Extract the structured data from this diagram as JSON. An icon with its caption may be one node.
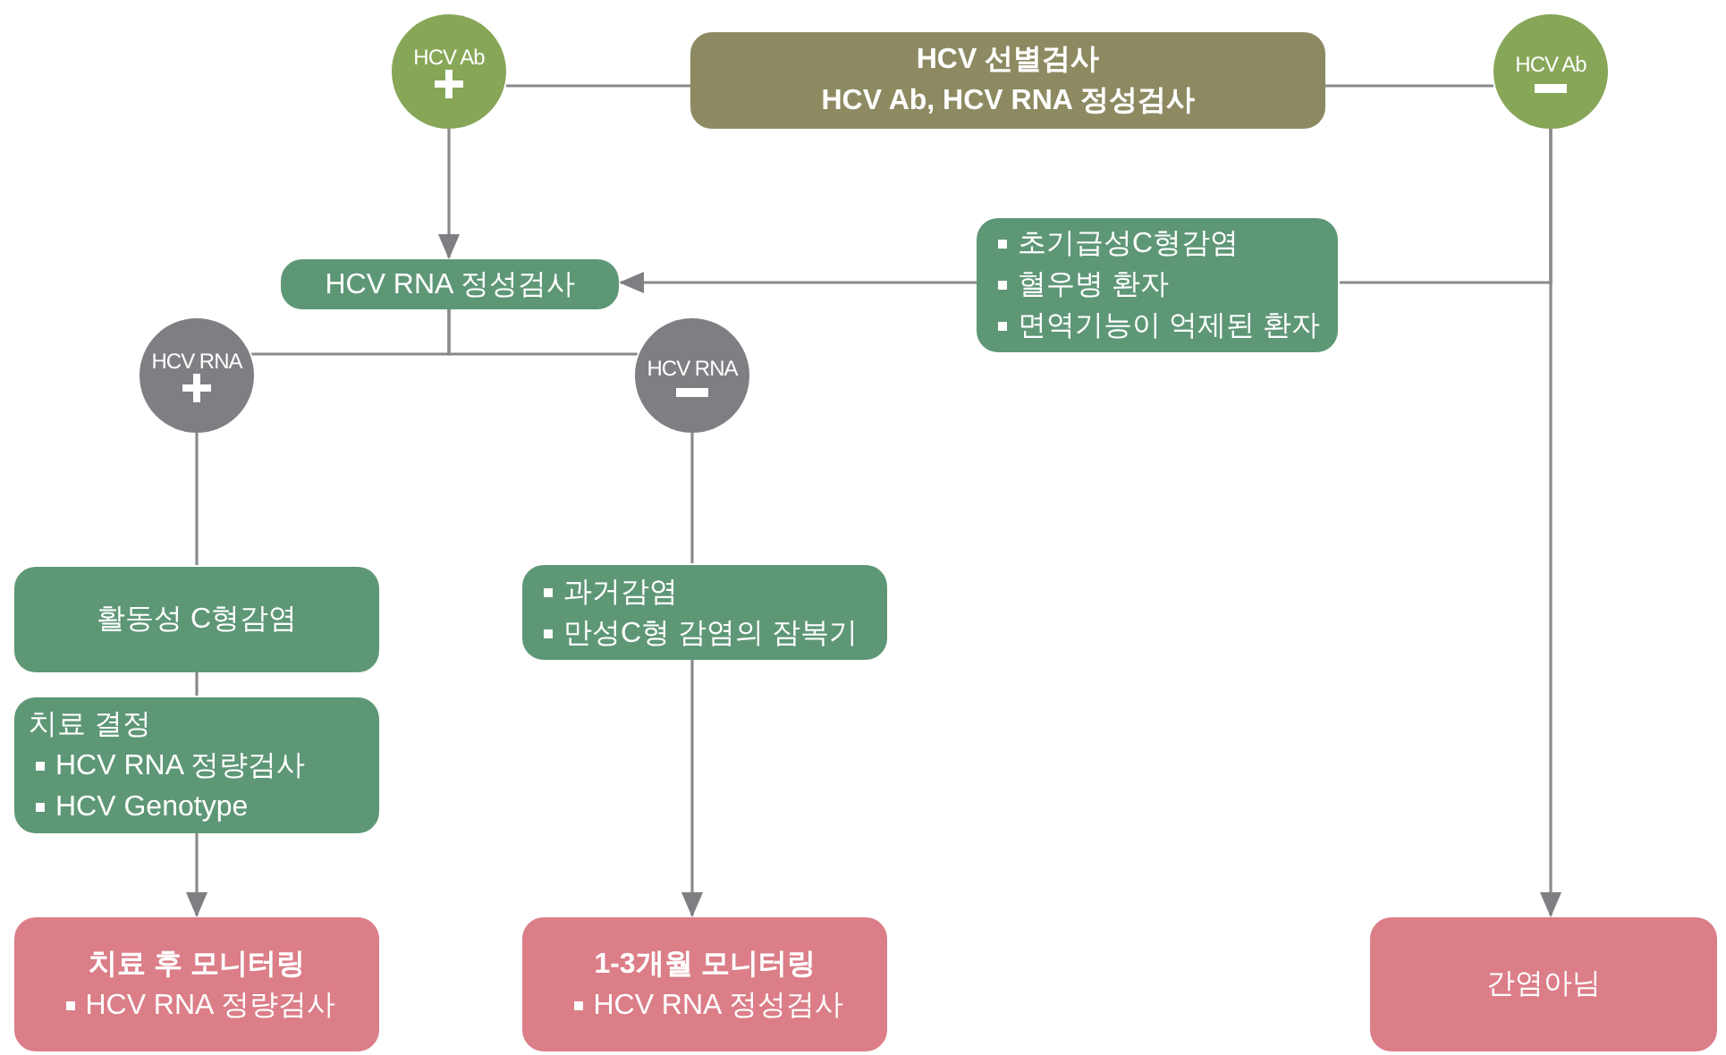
{
  "diagram": {
    "nodes": [
      {
        "text": [
          "HCV Ab"
        ]
      },
      {
        "text": [
          "HCV 선별검사",
          "HCV Ab, HCV RNA 정성검사"
        ]
      },
      {
        "text": [
          "HCV Ab"
        ]
      },
      {
        "text": [
          "HCV RNA 정성검사"
        ]
      },
      {
        "text": [
          "초기급성C형감염",
          "혈우병 환자",
          "면역기능이 억제된 환자"
        ]
      },
      {
        "text": [
          "HCV RNA"
        ]
      },
      {
        "text": [
          "HCV RNA"
        ]
      },
      {
        "text": [
          "활동성 C형감염"
        ]
      },
      {
        "text": [
          "치료 결정",
          "HCV RNA 정량검사",
          "HCV Genotype"
        ]
      },
      {
        "text": [
          "과거감염",
          "만성C형 감염의 잠복기"
        ]
      },
      {
        "text": [
          "치료 후 모니터링",
          "HCV RNA 정량검사"
        ]
      },
      {
        "text": [
          "1-3개월 모니터링",
          "HCV RNA 정성검사"
        ]
      },
      {
        "text": [
          "간염아님"
        ]
      }
    ],
    "edges": [
      {
        "from": 1,
        "to": 0,
        "arrow": "none"
      },
      {
        "from": 1,
        "to": 2,
        "arrow": "none"
      },
      {
        "from": 0,
        "to": 3,
        "arrow": "to"
      },
      {
        "from": 2,
        "to": 4,
        "arrow": "none"
      },
      {
        "from": 4,
        "to": 3,
        "arrow": "to"
      },
      {
        "from": 3,
        "to": 5,
        "arrow": "none"
      },
      {
        "from": 3,
        "to": 6,
        "arrow": "none"
      },
      {
        "from": 5,
        "to": 7,
        "arrow": "none"
      },
      {
        "from": 7,
        "to": 8,
        "arrow": "none"
      },
      {
        "from": 8,
        "to": 10,
        "arrow": "to"
      },
      {
        "from": 6,
        "to": 9,
        "arrow": "none"
      },
      {
        "from": 9,
        "to": 11,
        "arrow": "to"
      },
      {
        "from": 2,
        "to": 12,
        "arrow": "to"
      }
    ]
  }
}
